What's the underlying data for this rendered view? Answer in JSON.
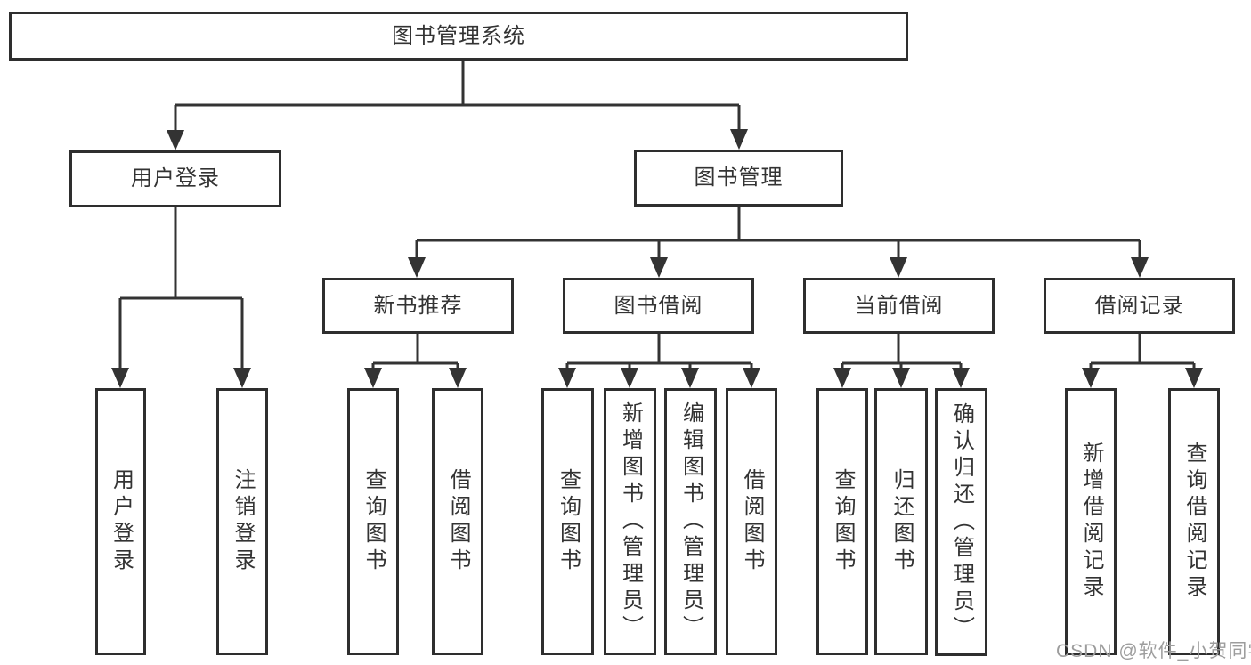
{
  "diagram": {
    "type": "hierarchy-tree",
    "colors": {
      "line": "#333333",
      "box_border": "#2e2e2e",
      "box_fill": "#ffffff",
      "text": "#333333",
      "watermark_text_color": "#9d9d9d",
      "background": "#ffffff"
    },
    "tree": {
      "label": "图书管理系统",
      "children": [
        {
          "label": "用户登录",
          "children": [
            {
              "label": "用户登录"
            },
            {
              "label": "注销登录"
            }
          ]
        },
        {
          "label": "图书管理",
          "children": [
            {
              "label": "新书推荐",
              "children": [
                {
                  "label": "查询图书"
                },
                {
                  "label": "借阅图书"
                }
              ]
            },
            {
              "label": "图书借阅",
              "children": [
                {
                  "label": "查询图书"
                },
                {
                  "label": "新增图书（管理员）"
                },
                {
                  "label": "编辑图书（管理员）"
                },
                {
                  "label": "借阅图书"
                }
              ]
            },
            {
              "label": "当前借阅",
              "children": [
                {
                  "label": "查询图书"
                },
                {
                  "label": "归还图书"
                },
                {
                  "label": "确认归还（管理员）"
                }
              ]
            },
            {
              "label": "借阅记录",
              "children": [
                {
                  "label": "新增借阅记录"
                },
                {
                  "label": "查询借阅记录"
                }
              ]
            }
          ]
        }
      ]
    },
    "watermark": "CSDN @软件_小贺同学"
  }
}
